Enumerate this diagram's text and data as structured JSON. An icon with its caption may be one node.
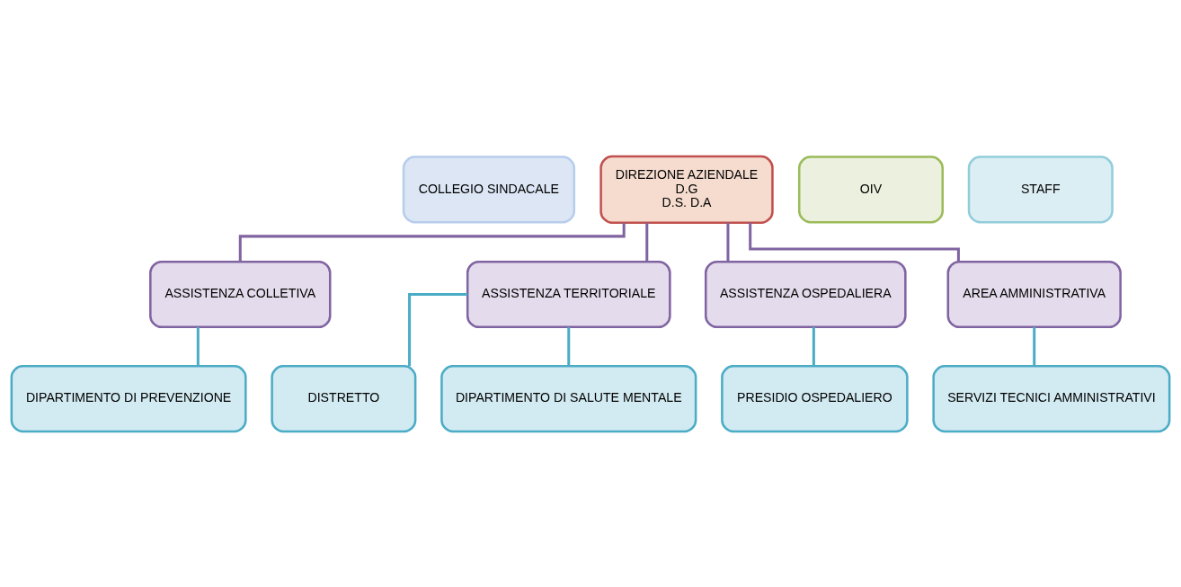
{
  "diagram": {
    "nodes": [
      {
        "text": [
          "COLLEGIO SINDACALE"
        ]
      },
      {
        "text": [
          "DIREZIONE AZIENDALE",
          "D.G",
          "D.S. D.A"
        ]
      },
      {
        "text": [
          "OIV"
        ]
      },
      {
        "text": [
          "STAFF"
        ]
      },
      {
        "text": [
          "ASSISTENZA COLLETIVA"
        ]
      },
      {
        "text": [
          "ASSISTENZA TERRITORIALE"
        ]
      },
      {
        "text": [
          "ASSISTENZA OSPEDALIERA"
        ]
      },
      {
        "text": [
          "AREA AMMINISTRATIVA"
        ]
      },
      {
        "text": [
          "DIPARTIMENTO DI PREVENZIONE"
        ]
      },
      {
        "text": [
          "DISTRETTO"
        ]
      },
      {
        "text": [
          "DIPARTIMENTO DI SALUTE MENTALE"
        ]
      },
      {
        "text": [
          "PRESIDIO OSPEDALIERO"
        ]
      },
      {
        "text": [
          "SERVIZI TECNICI AMMINISTRATIVI"
        ]
      }
    ],
    "edges": [
      {
        "from": 1,
        "to": 4,
        "arrow": "none",
        "color": "#8064a2"
      },
      {
        "from": 1,
        "to": 5,
        "arrow": "none",
        "color": "#8064a2"
      },
      {
        "from": 1,
        "to": 6,
        "arrow": "none",
        "color": "#8064a2"
      },
      {
        "from": 1,
        "to": 7,
        "arrow": "none",
        "color": "#8064a2"
      },
      {
        "from": 4,
        "to": 8,
        "arrow": "none"
      },
      {
        "from": 5,
        "to": 9,
        "arrow": "none"
      },
      {
        "from": 5,
        "to": 10,
        "arrow": "none"
      },
      {
        "from": 6,
        "to": 11,
        "arrow": "none"
      },
      {
        "from": 7,
        "to": 12,
        "arrow": "none"
      }
    ]
  }
}
